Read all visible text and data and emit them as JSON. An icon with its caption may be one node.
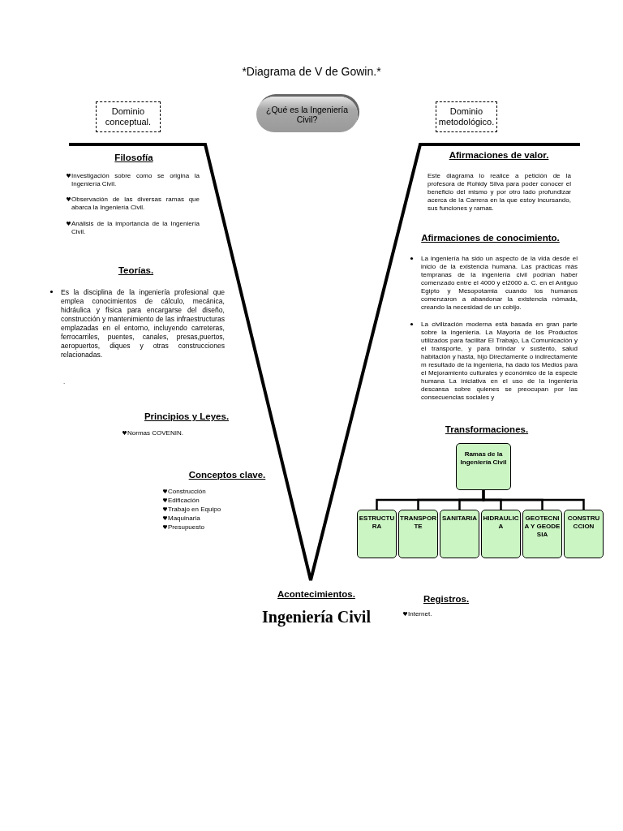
{
  "diagram": {
    "title": "*Diagrama de V de Gowin.*",
    "nodes": [
      {
        "text": [
          "Dominio conceptual."
        ]
      },
      {
        "text": [
          "¿Qué es la Ingeniería Civil?"
        ]
      },
      {
        "text": [
          "Dominio metodológico."
        ]
      },
      {
        "text": [
          "Ramas de la Ingeniería Civil"
        ]
      },
      {
        "text": [
          "ESTRUCTURA"
        ]
      },
      {
        "text": [
          "TRANSPORTE"
        ]
      },
      {
        "text": [
          "SANITARIA"
        ]
      },
      {
        "text": [
          "HIDRAULICA"
        ]
      },
      {
        "text": [
          "GEOTECNIA Y GEODESIA"
        ]
      },
      {
        "text": [
          "CONSTRUCCION"
        ]
      }
    ],
    "edges": [
      {
        "from": 3,
        "to": 4,
        "arrow": "none"
      },
      {
        "from": 3,
        "to": 5,
        "arrow": "none"
      },
      {
        "from": 3,
        "to": 6,
        "arrow": "none"
      },
      {
        "from": 3,
        "to": 7,
        "arrow": "none"
      },
      {
        "from": 3,
        "to": 8,
        "arrow": "none"
      },
      {
        "from": 3,
        "to": 9,
        "arrow": "none"
      }
    ],
    "labels": [
      "Filosofía",
      "Investigación sobre como se origina la Ingeniería Civil.",
      "Observación de las diversas ramas que abarca la Ingeniería Civil.",
      "Análisis de la importancia de la Ingeniería Civil.",
      "Teorías.",
      "Es la disciplina de la ingeniería profesional que emplea conocimientos de cálculo, mecánica, hidráulica y física para encargarse del diseño, construcción y mantenimiento de las infraestructuras emplazadas en el entorno, incluyendo carreteras, ferrocarriles, puentes, canales, presas,puertos, aeropuertos, diques y otras construcciones relacionadas.",
      ".",
      "Principios y Leyes.",
      "Normas COVENIN.",
      "Conceptos clave.",
      "Construcción",
      "Edificación",
      "Trabajo en Equipo",
      "Maquinaria",
      "Presupuesto",
      "Acontecimientos.",
      "Ingeniería Civil",
      "Afirmaciones de valor.",
      "Este diagrama lo realice a petición de la profesora de Rohidy Silva para poder conocer el beneficio del mismo y por otro lado profundizar acerca de la Carrera en la que estoy incursando, sus funciones y ramas.",
      "Afirmaciones de conocimiento.",
      "La ingeniería ha sido un aspecto de la vida desde el inicio de la existencia humana. Las prácticas más tempranas de la ingeniería civil podrían haber comenzado entre el 4000 y el2000 a. C. en el Antiguo Egipto y Mesopotamia cuando los humanos comenzaron a abandonar la existencia nómada, creando la necesidad de un cobijo.",
      "La civilización moderna está basada en gran parte sobre la ingeniería. La Mayoría de los Productos utilizados para facilitar El Trabajo, La Comunicación y el transporte, y para brindar v sustento, salud habitación y hasta, hijo Directamente o indirectamente m resultado de la ingeniería, ha dado los Medios para el Mejoramiento culturales y económico de la especie humana La iniciativa en el uso de la ingeniería descansa sobre quienes se preocupan por las consecuencias sociales y",
      "Transformaciones.",
      "Registros.",
      "Internet."
    ]
  }
}
